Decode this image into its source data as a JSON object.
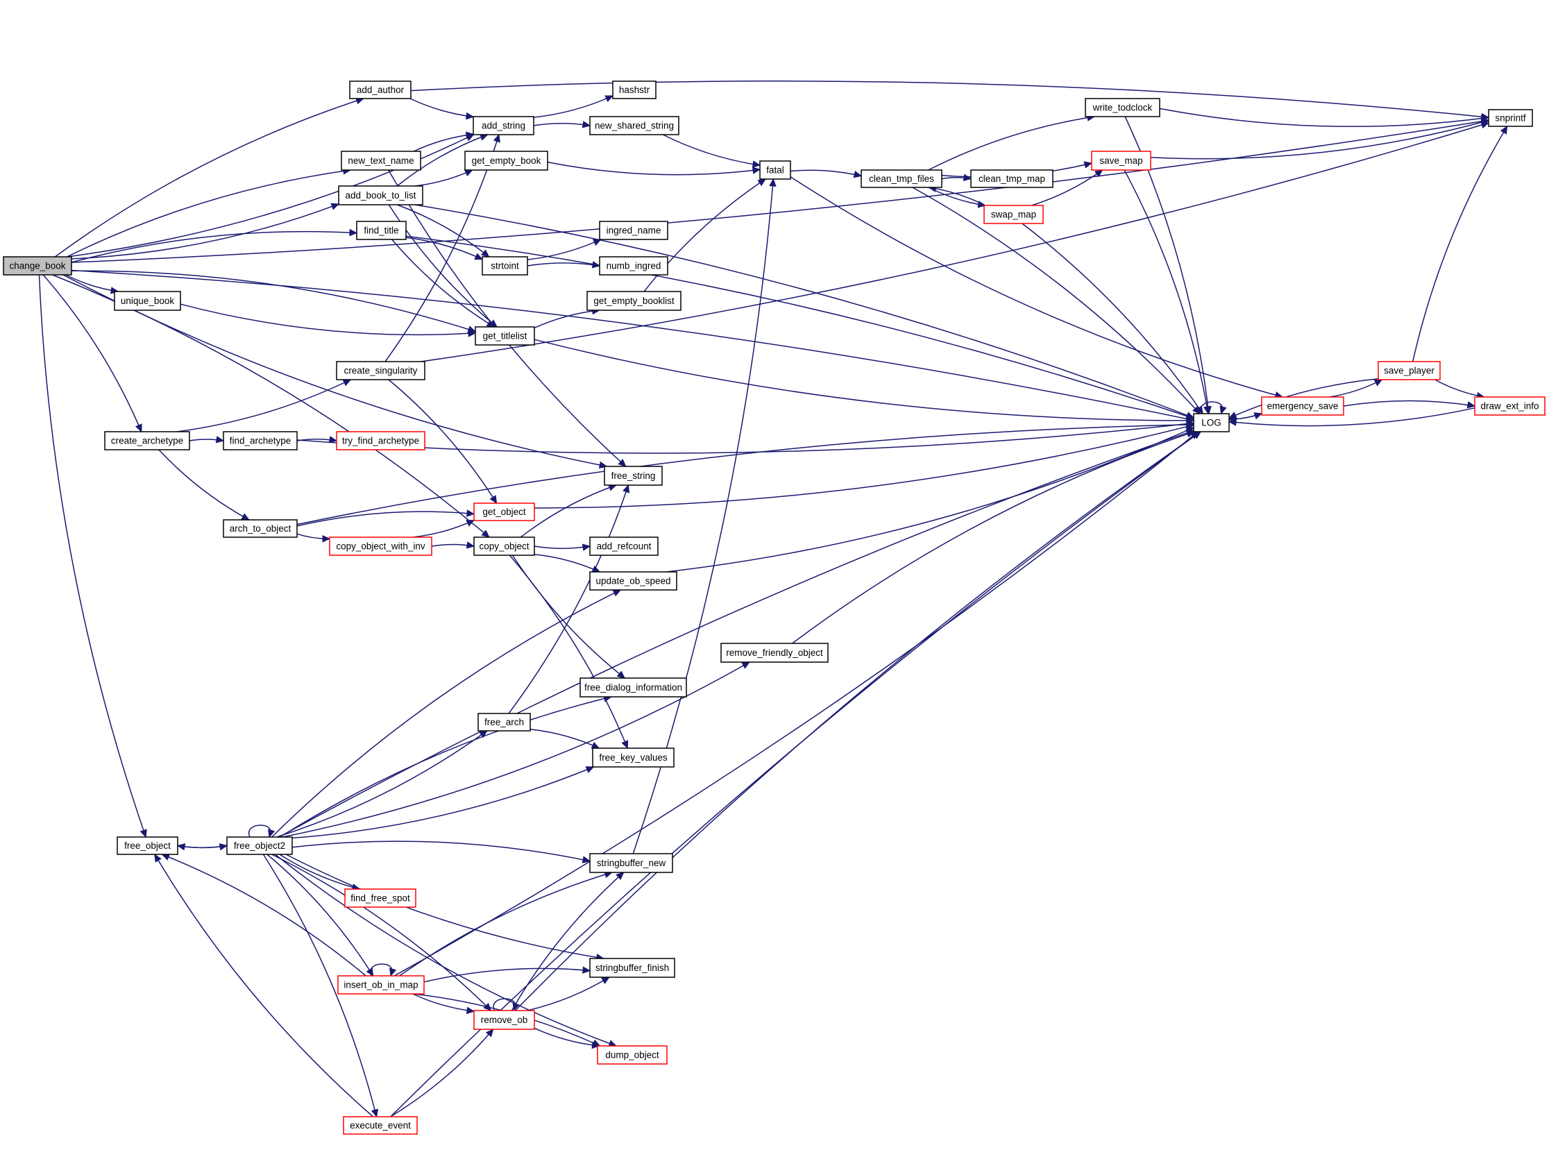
{
  "title": "change_book call graph",
  "colors": {
    "edge": "#191970",
    "node_border": "#000000",
    "truncated_node_border": "#ff0000",
    "root_fill": "#bfbfbf",
    "node_fill": "#ffffff"
  },
  "nodes": [
    {
      "id": "change_book",
      "label": "change_book",
      "style": "root"
    },
    {
      "id": "add_author",
      "label": "add_author",
      "style": "normal"
    },
    {
      "id": "add_string",
      "label": "add_string",
      "style": "normal"
    },
    {
      "id": "hashstr",
      "label": "hashstr",
      "style": "normal"
    },
    {
      "id": "new_shared_string",
      "label": "new_shared_string",
      "style": "normal"
    },
    {
      "id": "new_text_name",
      "label": "new_text_name",
      "style": "normal"
    },
    {
      "id": "get_empty_book",
      "label": "get_empty_book",
      "style": "normal"
    },
    {
      "id": "add_book_to_list",
      "label": "add_book_to_list",
      "style": "normal"
    },
    {
      "id": "find_title",
      "label": "find_title",
      "style": "normal"
    },
    {
      "id": "strtoint",
      "label": "strtoint",
      "style": "normal"
    },
    {
      "id": "ingred_name",
      "label": "ingred_name",
      "style": "normal"
    },
    {
      "id": "numb_ingred",
      "label": "numb_ingred",
      "style": "normal"
    },
    {
      "id": "unique_book",
      "label": "unique_book",
      "style": "normal"
    },
    {
      "id": "get_empty_booklist",
      "label": "get_empty_booklist",
      "style": "normal"
    },
    {
      "id": "get_titlelist",
      "label": "get_titlelist",
      "style": "normal"
    },
    {
      "id": "create_singularity",
      "label": "create_singularity",
      "style": "normal"
    },
    {
      "id": "fatal",
      "label": "fatal",
      "style": "normal"
    },
    {
      "id": "clean_tmp_files",
      "label": "clean_tmp_files",
      "style": "normal"
    },
    {
      "id": "clean_tmp_map",
      "label": "clean_tmp_map",
      "style": "normal"
    },
    {
      "id": "write_todclock",
      "label": "write_todclock",
      "style": "normal"
    },
    {
      "id": "save_map",
      "label": "save_map",
      "style": "red"
    },
    {
      "id": "swap_map",
      "label": "swap_map",
      "style": "red"
    },
    {
      "id": "snprintf",
      "label": "snprintf",
      "style": "normal"
    },
    {
      "id": "LOG",
      "label": "LOG",
      "style": "normal"
    },
    {
      "id": "emergency_save",
      "label": "emergency_save",
      "style": "red"
    },
    {
      "id": "save_player",
      "label": "save_player",
      "style": "red"
    },
    {
      "id": "draw_ext_info",
      "label": "draw_ext_info",
      "style": "red"
    },
    {
      "id": "create_archetype",
      "label": "create_archetype",
      "style": "normal"
    },
    {
      "id": "find_archetype",
      "label": "find_archetype",
      "style": "normal"
    },
    {
      "id": "try_find_archetype",
      "label": "try_find_archetype",
      "style": "red"
    },
    {
      "id": "free_string",
      "label": "free_string",
      "style": "normal"
    },
    {
      "id": "get_object",
      "label": "get_object",
      "style": "red"
    },
    {
      "id": "arch_to_object",
      "label": "arch_to_object",
      "style": "normal"
    },
    {
      "id": "copy_object_with_inv",
      "label": "copy_object_with_inv",
      "style": "red"
    },
    {
      "id": "copy_object",
      "label": "copy_object",
      "style": "normal"
    },
    {
      "id": "add_refcount",
      "label": "add_refcount",
      "style": "normal"
    },
    {
      "id": "update_ob_speed",
      "label": "update_ob_speed",
      "style": "normal"
    },
    {
      "id": "remove_friendly_object",
      "label": "remove_friendly_object",
      "style": "normal"
    },
    {
      "id": "free_dialog_information",
      "label": "free_dialog_information",
      "style": "normal"
    },
    {
      "id": "free_arch",
      "label": "free_arch",
      "style": "normal"
    },
    {
      "id": "free_key_values",
      "label": "free_key_values",
      "style": "normal"
    },
    {
      "id": "free_object",
      "label": "free_object",
      "style": "normal"
    },
    {
      "id": "free_object2",
      "label": "free_object2",
      "style": "normal"
    },
    {
      "id": "stringbuffer_new",
      "label": "stringbuffer_new",
      "style": "normal"
    },
    {
      "id": "find_free_spot",
      "label": "find_free_spot",
      "style": "red"
    },
    {
      "id": "stringbuffer_finish",
      "label": "stringbuffer_finish",
      "style": "normal"
    },
    {
      "id": "insert_ob_in_map",
      "label": "insert_ob_in_map",
      "style": "red"
    },
    {
      "id": "remove_ob",
      "label": "remove_ob",
      "style": "red"
    },
    {
      "id": "dump_object",
      "label": "dump_object",
      "style": "red"
    },
    {
      "id": "execute_event",
      "label": "execute_event",
      "style": "red"
    }
  ],
  "edges": [
    [
      "change_book",
      "add_author"
    ],
    [
      "change_book",
      "add_string"
    ],
    [
      "change_book",
      "new_text_name"
    ],
    [
      "change_book",
      "add_book_to_list"
    ],
    [
      "change_book",
      "find_title"
    ],
    [
      "change_book",
      "unique_book"
    ],
    [
      "change_book",
      "get_titlelist"
    ],
    [
      "change_book",
      "snprintf"
    ],
    [
      "change_book",
      "create_archetype"
    ],
    [
      "change_book",
      "free_string"
    ],
    [
      "change_book",
      "copy_object"
    ],
    [
      "change_book",
      "free_object"
    ],
    [
      "change_book",
      "LOG"
    ],
    [
      "add_author",
      "add_string"
    ],
    [
      "add_author",
      "snprintf"
    ],
    [
      "add_string",
      "hashstr"
    ],
    [
      "add_string",
      "new_shared_string"
    ],
    [
      "new_shared_string",
      "fatal"
    ],
    [
      "new_text_name",
      "add_string"
    ],
    [
      "new_text_name",
      "free_string"
    ],
    [
      "add_book_to_list",
      "add_string"
    ],
    [
      "add_book_to_list",
      "get_empty_book"
    ],
    [
      "add_book_to_list",
      "strtoint"
    ],
    [
      "add_book_to_list",
      "get_titlelist"
    ],
    [
      "add_book_to_list",
      "LOG"
    ],
    [
      "get_empty_book",
      "fatal"
    ],
    [
      "find_title",
      "strtoint"
    ],
    [
      "find_title",
      "get_titlelist"
    ],
    [
      "find_title",
      "LOG"
    ],
    [
      "strtoint",
      "ingred_name"
    ],
    [
      "strtoint",
      "numb_ingred"
    ],
    [
      "unique_book",
      "get_titlelist"
    ],
    [
      "get_titlelist",
      "get_empty_booklist"
    ],
    [
      "get_titlelist",
      "LOG"
    ],
    [
      "get_empty_booklist",
      "fatal"
    ],
    [
      "create_singularity",
      "add_string"
    ],
    [
      "create_singularity",
      "get_object"
    ],
    [
      "create_singularity",
      "snprintf"
    ],
    [
      "fatal",
      "clean_tmp_files"
    ],
    [
      "fatal",
      "emergency_save"
    ],
    [
      "clean_tmp_files",
      "write_todclock"
    ],
    [
      "clean_tmp_files",
      "save_map"
    ],
    [
      "clean_tmp_files",
      "clean_tmp_map"
    ],
    [
      "clean_tmp_files",
      "swap_map"
    ],
    [
      "clean_tmp_files",
      "LOG"
    ],
    [
      "write_todclock",
      "snprintf"
    ],
    [
      "write_todclock",
      "LOG"
    ],
    [
      "save_map",
      "snprintf"
    ],
    [
      "save_map",
      "LOG"
    ],
    [
      "swap_map",
      "save_map"
    ],
    [
      "swap_map",
      "LOG"
    ],
    [
      "swap_map",
      "clean_tmp_files"
    ],
    [
      "LOG",
      "LOG"
    ],
    [
      "LOG",
      "emergency_save"
    ],
    [
      "emergency_save",
      "LOG"
    ],
    [
      "emergency_save",
      "save_player"
    ],
    [
      "emergency_save",
      "draw_ext_info"
    ],
    [
      "save_player",
      "LOG"
    ],
    [
      "save_player",
      "snprintf"
    ],
    [
      "save_player",
      "draw_ext_info"
    ],
    [
      "draw_ext_info",
      "LOG"
    ],
    [
      "create_archetype",
      "create_singularity"
    ],
    [
      "create_archetype",
      "find_archetype"
    ],
    [
      "create_archetype",
      "arch_to_object"
    ],
    [
      "find_archetype",
      "try_find_archetype"
    ],
    [
      "find_archetype",
      "LOG"
    ],
    [
      "arch_to_object",
      "get_object"
    ],
    [
      "arch_to_object",
      "copy_object_with_inv"
    ],
    [
      "arch_to_object",
      "LOG"
    ],
    [
      "copy_object_with_inv",
      "get_object"
    ],
    [
      "copy_object_with_inv",
      "copy_object"
    ],
    [
      "get_object",
      "LOG"
    ],
    [
      "copy_object",
      "free_string"
    ],
    [
      "copy_object",
      "add_refcount"
    ],
    [
      "copy_object",
      "update_ob_speed"
    ],
    [
      "copy_object",
      "free_dialog_information"
    ],
    [
      "copy_object",
      "free_key_values"
    ],
    [
      "update_ob_speed",
      "LOG"
    ],
    [
      "remove_friendly_object",
      "LOG"
    ],
    [
      "free_arch",
      "free_string"
    ],
    [
      "free_arch",
      "free_key_values"
    ],
    [
      "free_object",
      "free_object2"
    ],
    [
      "free_object2",
      "free_object"
    ],
    [
      "free_object2",
      "free_object2"
    ],
    [
      "free_object2",
      "update_ob_speed"
    ],
    [
      "free_object2",
      "remove_friendly_object"
    ],
    [
      "free_object2",
      "LOG"
    ],
    [
      "free_object2",
      "free_arch"
    ],
    [
      "free_object2",
      "free_dialog_information"
    ],
    [
      "free_object2",
      "free_key_values"
    ],
    [
      "free_object2",
      "stringbuffer_new"
    ],
    [
      "free_object2",
      "find_free_spot"
    ],
    [
      "free_object2",
      "insert_ob_in_map"
    ],
    [
      "free_object2",
      "stringbuffer_finish"
    ],
    [
      "free_object2",
      "remove_ob"
    ],
    [
      "free_object2",
      "dump_object"
    ],
    [
      "free_object2",
      "execute_event"
    ],
    [
      "stringbuffer_new",
      "fatal"
    ],
    [
      "insert_ob_in_map",
      "insert_ob_in_map"
    ],
    [
      "insert_ob_in_map",
      "free_object"
    ],
    [
      "insert_ob_in_map",
      "stringbuffer_new"
    ],
    [
      "insert_ob_in_map",
      "LOG"
    ],
    [
      "insert_ob_in_map",
      "stringbuffer_finish"
    ],
    [
      "insert_ob_in_map",
      "remove_ob"
    ],
    [
      "insert_ob_in_map",
      "dump_object"
    ],
    [
      "remove_ob",
      "remove_ob"
    ],
    [
      "remove_ob",
      "stringbuffer_new"
    ],
    [
      "remove_ob",
      "stringbuffer_finish"
    ],
    [
      "remove_ob",
      "LOG"
    ],
    [
      "remove_ob",
      "dump_object"
    ],
    [
      "execute_event",
      "free_object"
    ],
    [
      "execute_event",
      "remove_ob"
    ],
    [
      "execute_event",
      "LOG"
    ]
  ]
}
